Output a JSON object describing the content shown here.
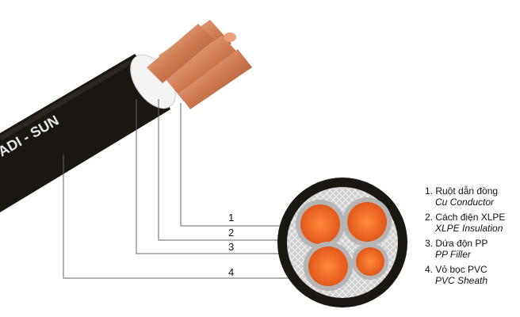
{
  "brand_print": "ADI - SUN",
  "callouts": [
    "1",
    "2",
    "3",
    "4"
  ],
  "legend": [
    {
      "vi": "1. Ruột dẫn đồng",
      "en": "Cu Conductor"
    },
    {
      "vi": "2. Cách điện XLPE",
      "en": "XLPE Insulation"
    },
    {
      "vi": "3. Dứa độn PP",
      "en": "PP Filler"
    },
    {
      "vi": "4. Vỏ bọc PVC",
      "en": "PVC Sheath"
    }
  ],
  "colors": {
    "sheath": "#1a1612",
    "copper": "#d88a62",
    "core": "#f26522",
    "insulation": "#bdbdbd"
  }
}
